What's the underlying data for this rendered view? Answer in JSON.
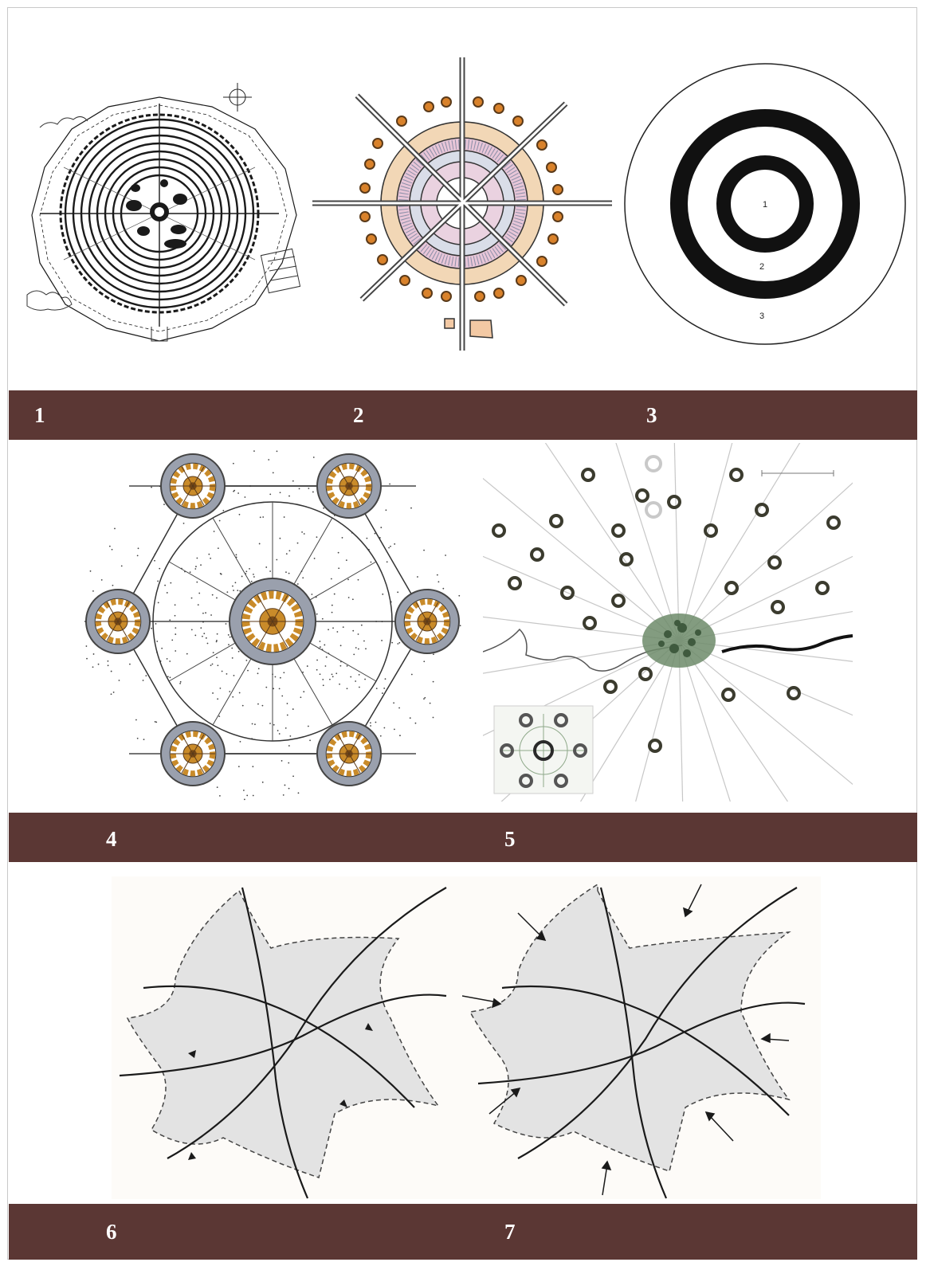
{
  "figure": {
    "colors": {
      "band": "#5b3734",
      "band_text": "#ffffff",
      "ink": "#1a1a1a",
      "gold": "#c98b2a",
      "blue_gray": "#7f8aa0",
      "rose": "#d8a9c0",
      "peach": "#f0c9a0",
      "orange_dot": "#d9822b",
      "map_green": "#8fa98a",
      "leaf_gray": "#cfcfcf"
    },
    "row1_labels": [
      "1",
      "2",
      "3"
    ],
    "row2_labels": [
      "4",
      "5"
    ],
    "row3_labels": [
      "6",
      "7"
    ],
    "panel3_zones": [
      "1",
      "2",
      "3"
    ]
  }
}
